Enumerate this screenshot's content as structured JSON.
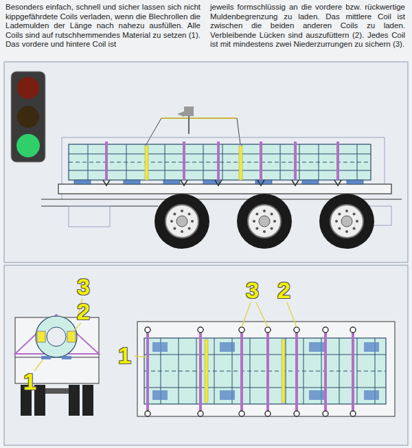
{
  "diagram": {
    "labels": [
      "Besonders einfach, schnell und sicher lassen sich nicht kippgefährdete Coils verladen, wenn die Blechrollen die Lademulden der Länge nach nahezu ausfüllen. Alle Coils sind auf rutschhemmendes Material zu setzen (1). Das vordere und hintere Coil ist",
      "jeweils formschlüssig an die vordere bzw. rückwertige Muldenbegrenzung zu laden. Das mittlere Coil ist zwischen die beiden anderen Coils zu laden. Verbleibende Lücken sind auszufüttern (2). Jedes Coil ist mit mindestens zwei Niederzurrungen zu sichern (3).",
      "3",
      "2",
      "1",
      "1",
      "3",
      "2"
    ]
  }
}
